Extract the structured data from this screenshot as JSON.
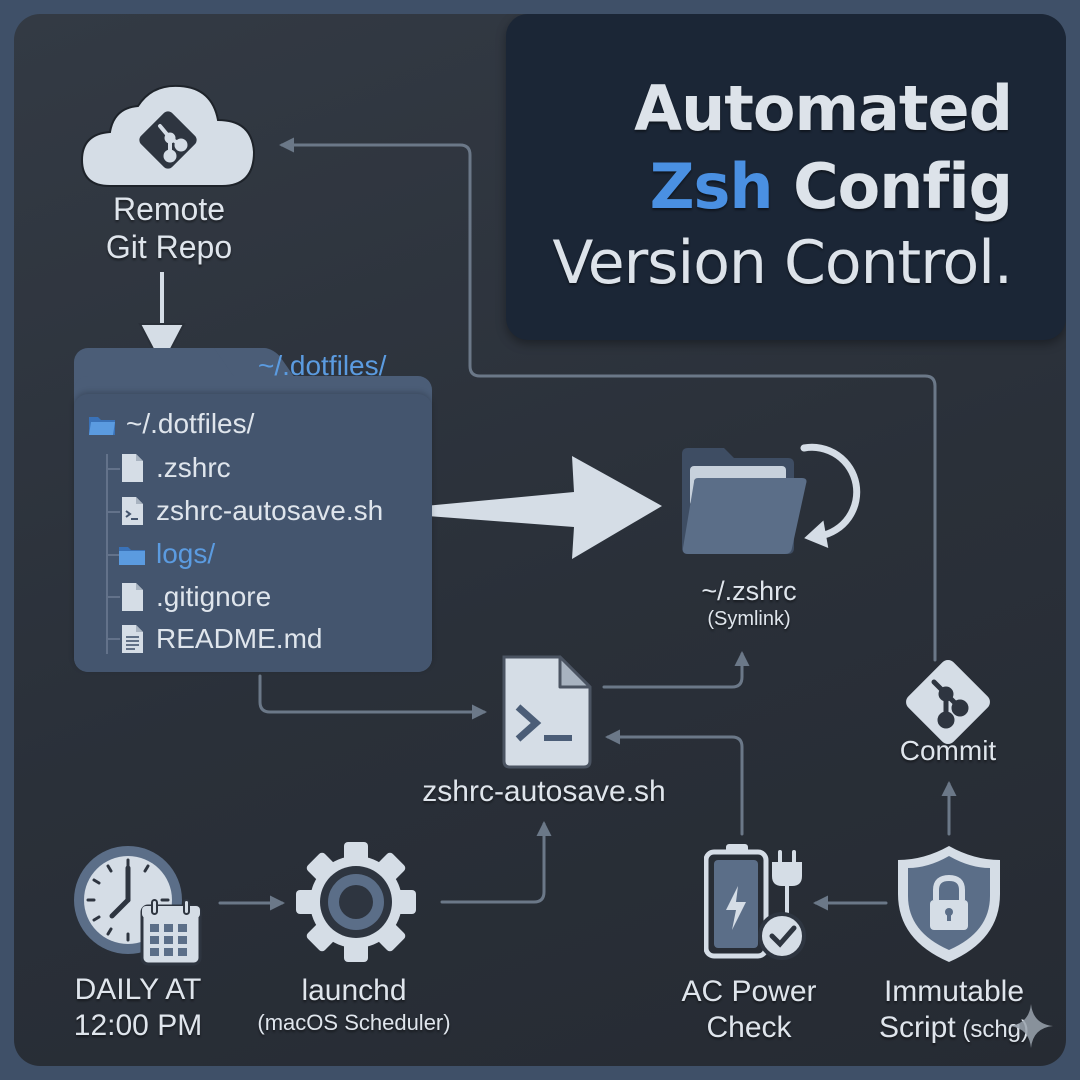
{
  "title": {
    "line1": "Automated",
    "line2_accent": "Zsh",
    "line2_rest": " Config",
    "line3": "Version Control.",
    "accent_color": "#4a90e2"
  },
  "nodes": {
    "remote_repo": {
      "label_line1": "Remote",
      "label_line2": "Git Repo",
      "icon": "cloud-git-icon"
    },
    "dotfiles_folder": {
      "tab_label": "~/.dotfiles/",
      "tree": [
        {
          "name": "~/.dotfiles/",
          "type": "folder",
          "icon": "folder-icon"
        },
        {
          "name": ".zshrc",
          "type": "file",
          "icon": "file-icon"
        },
        {
          "name": "zshrc-autosave.sh",
          "type": "script",
          "icon": "terminal-file-icon"
        },
        {
          "name": "logs/",
          "type": "folder",
          "icon": "folder-icon"
        },
        {
          "name": ".gitignore",
          "type": "file",
          "icon": "file-icon"
        },
        {
          "name": "README.md",
          "type": "doc",
          "icon": "document-icon"
        }
      ]
    },
    "symlink": {
      "label": "~/.zshrc",
      "sublabel": "(Symlink)",
      "icon": "folder-symlink-icon"
    },
    "script": {
      "label": "zshrc-autosave.sh",
      "icon": "terminal-file-icon"
    },
    "commit": {
      "label": "Commit",
      "icon": "git-icon"
    },
    "schedule": {
      "label_line1": "DAILY AT",
      "label_line2": "12:00 PM",
      "icon": "clock-calendar-icon"
    },
    "launchd": {
      "label": "launchd",
      "sublabel": "(macOS Scheduler)",
      "icon": "gear-icon"
    },
    "ac_power": {
      "label_line1": "AC Power",
      "label_line2": "Check",
      "icon": "battery-plug-check-icon"
    },
    "immutable": {
      "label_line1": "Immutable",
      "label_line2": "Script",
      "label_suffix": " (schg)",
      "icon": "shield-lock-icon"
    }
  },
  "flows": [
    {
      "from": "remote_repo",
      "to": "dotfiles_folder"
    },
    {
      "from": "dotfiles_folder",
      "to": "symlink"
    },
    {
      "from": "dotfiles_folder",
      "to": "script"
    },
    {
      "from": "script",
      "to": "symlink"
    },
    {
      "from": "schedule",
      "to": "launchd"
    },
    {
      "from": "launchd",
      "to": "script"
    },
    {
      "from": "immutable",
      "to": "ac_power"
    },
    {
      "from": "ac_power",
      "to": "script"
    },
    {
      "from": "immutable",
      "to": "commit"
    },
    {
      "from": "commit",
      "to": "remote_repo"
    }
  ],
  "colors": {
    "background": "#2c323b",
    "frame": "#3f5068",
    "title_card": "#1b2636",
    "connector": "#6b7888",
    "icon_light": "#d5dde6",
    "icon_mid": "#5b6e88",
    "folder_blue": "#5b9be0"
  }
}
